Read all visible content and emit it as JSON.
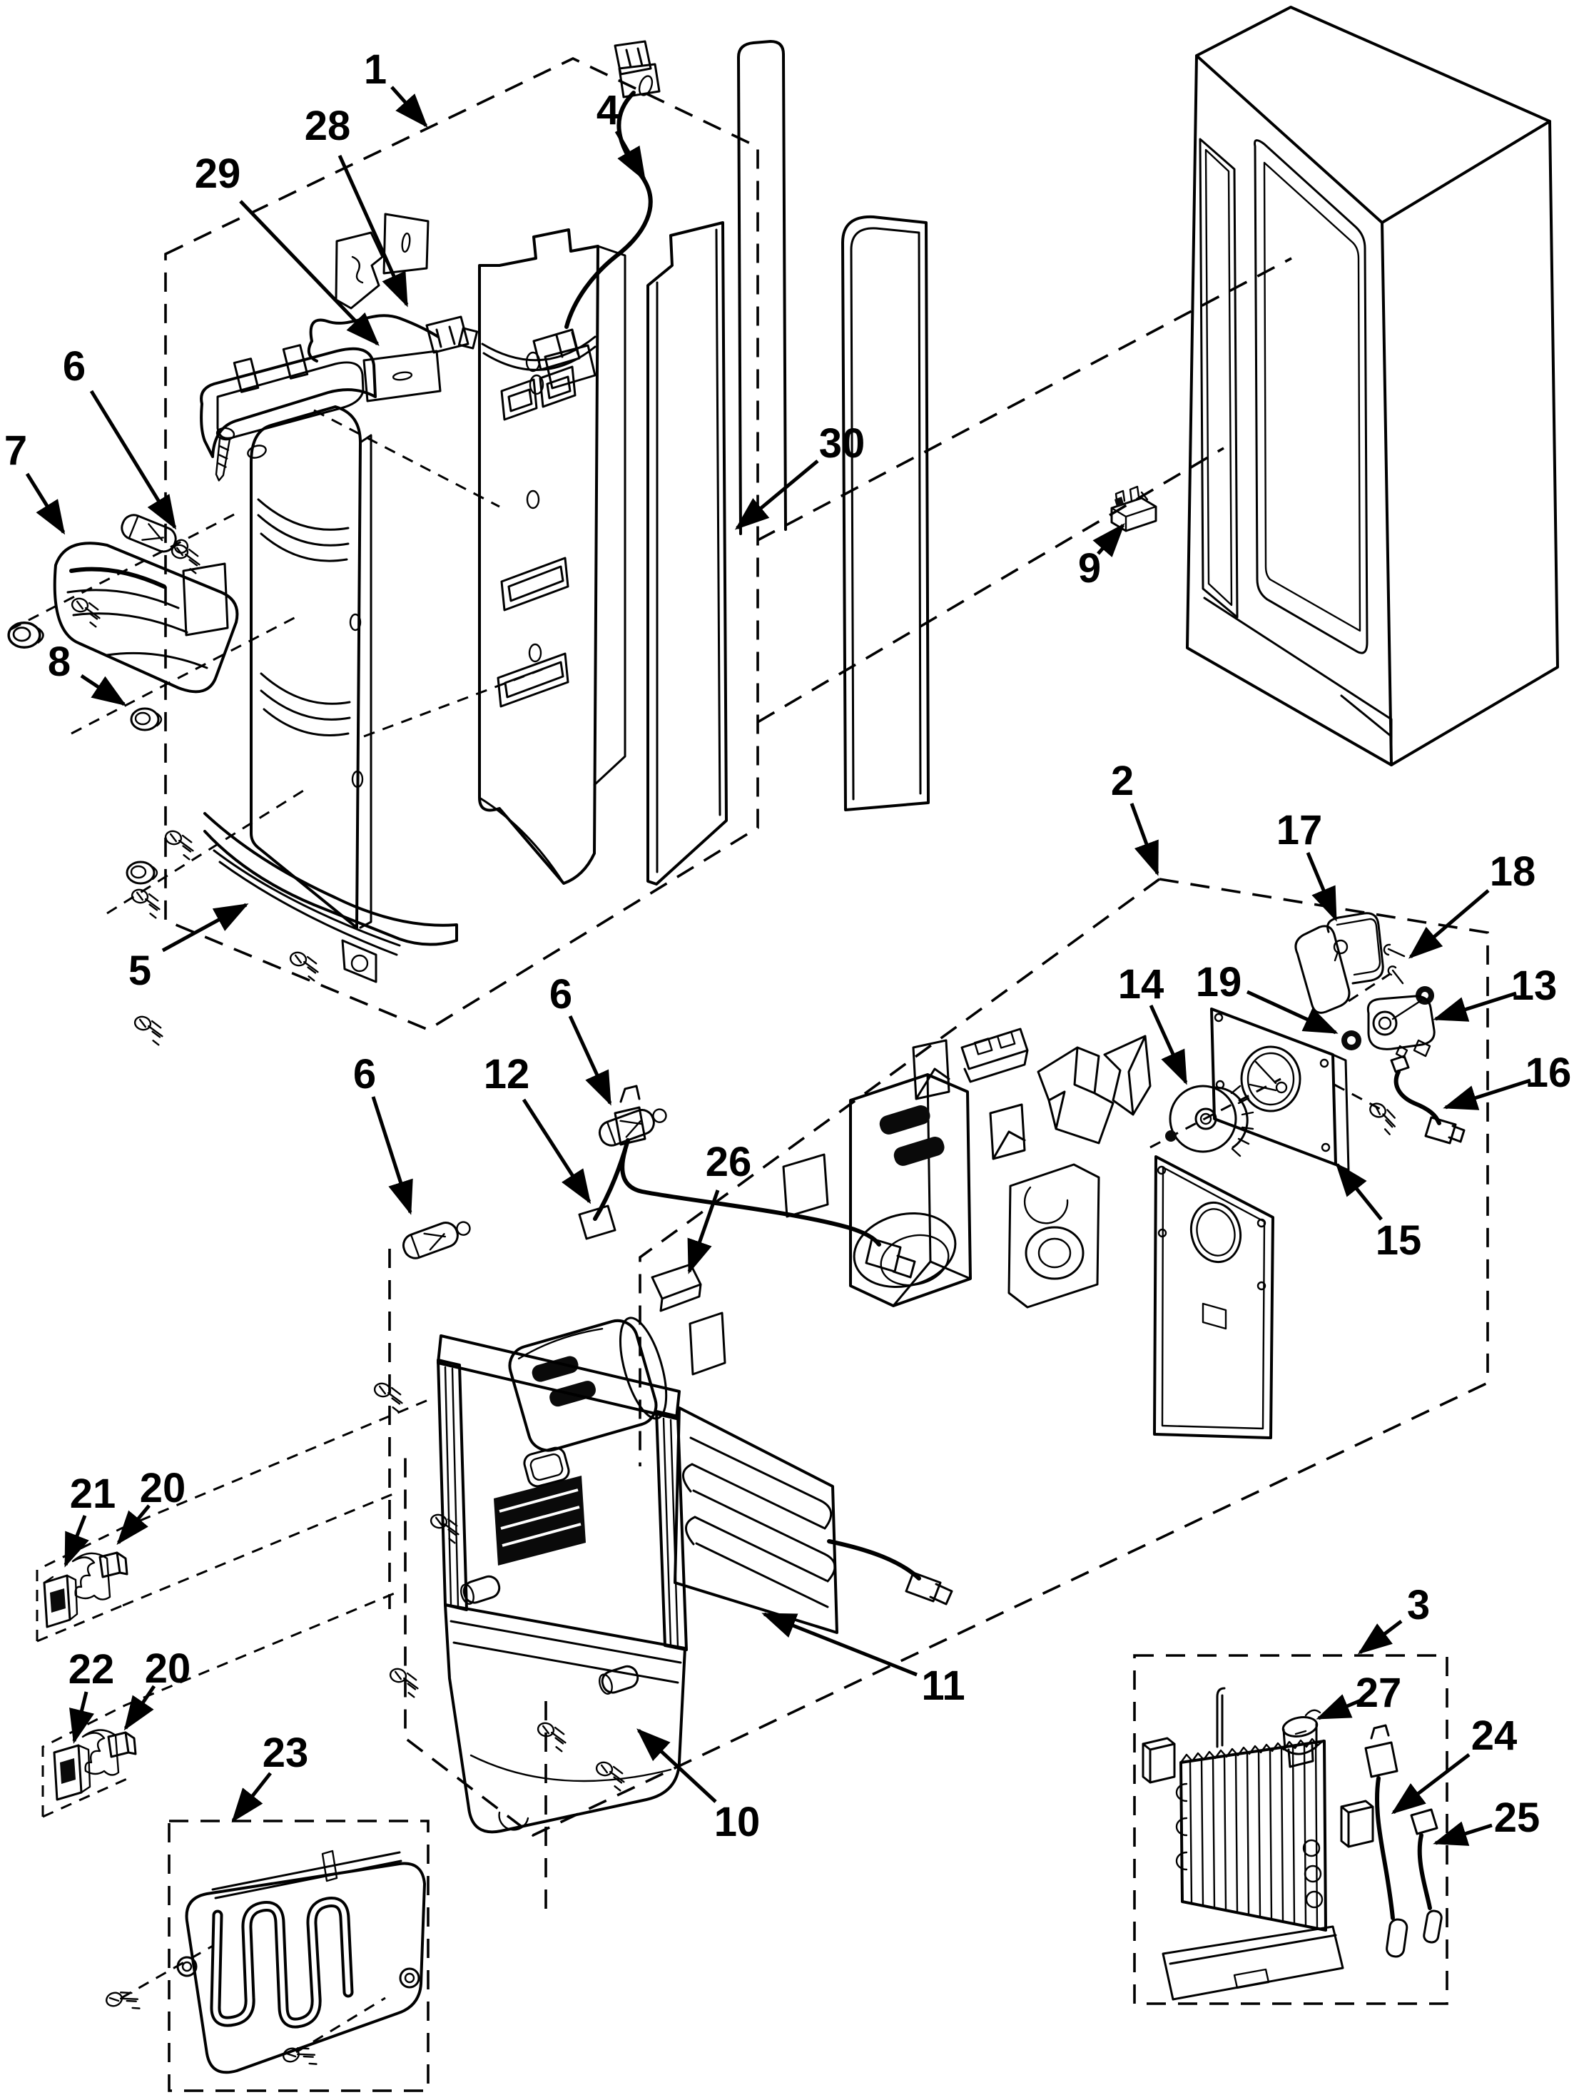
{
  "palette": {
    "background": "#ffffff",
    "ink": "#000000"
  },
  "figure": {
    "kind": "exploded-parts-diagram",
    "part_numbers_shown": [
      "1",
      "2",
      "3",
      "4",
      "5",
      "6",
      "7",
      "8",
      "9",
      "10",
      "11",
      "12",
      "13",
      "14",
      "15",
      "16",
      "17",
      "18",
      "19",
      "20",
      "21",
      "22",
      "23",
      "24",
      "25",
      "26",
      "27",
      "28",
      "29",
      "30"
    ]
  },
  "callouts": [
    {
      "text": "1"
    },
    {
      "text": "28"
    },
    {
      "text": "29"
    },
    {
      "text": "4"
    },
    {
      "text": "6"
    },
    {
      "text": "7"
    },
    {
      "text": "8"
    },
    {
      "text": "5"
    },
    {
      "text": "30"
    },
    {
      "text": "9"
    },
    {
      "text": "2"
    },
    {
      "text": "17"
    },
    {
      "text": "18"
    },
    {
      "text": "13"
    },
    {
      "text": "16"
    },
    {
      "text": "14"
    },
    {
      "text": "19"
    },
    {
      "text": "15"
    },
    {
      "text": "6"
    },
    {
      "text": "6"
    },
    {
      "text": "12"
    },
    {
      "text": "26"
    },
    {
      "text": "10"
    },
    {
      "text": "11"
    },
    {
      "text": "21"
    },
    {
      "text": "20"
    },
    {
      "text": "22"
    },
    {
      "text": "20"
    },
    {
      "text": "23"
    },
    {
      "text": "3"
    },
    {
      "text": "27"
    },
    {
      "text": "24"
    },
    {
      "text": "25"
    }
  ]
}
